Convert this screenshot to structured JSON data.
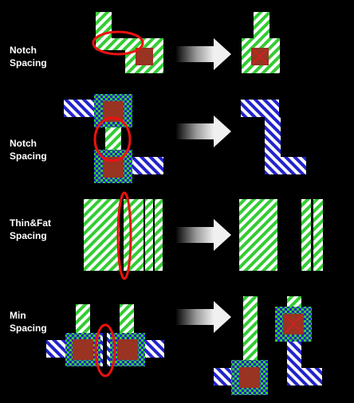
{
  "rows": [
    {
      "label_line1": "Notch",
      "label_line2": "Spacing"
    },
    {
      "label_line1": "Notch",
      "label_line2": "Spacing"
    },
    {
      "label_line1": "Thin&Fat",
      "label_line2": "Spacing"
    },
    {
      "label_line1": "Min",
      "label_line2": "Spacing"
    }
  ],
  "colors": {
    "background": "#000000",
    "green_hatch": "#33cc33",
    "blue_hatch": "#2222cc",
    "via_brown": "#993322",
    "highlight_red": "#ee1111",
    "arrow_gray": "#d8d8d8"
  },
  "icons": [
    "transform-arrow-icon",
    "violation-ellipse-icon"
  ]
}
